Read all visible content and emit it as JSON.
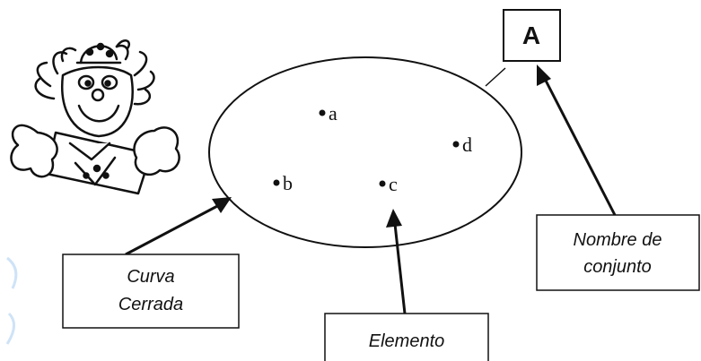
{
  "diagram": {
    "set_name": "A",
    "elements": [
      {
        "label": "a"
      },
      {
        "label": "b"
      },
      {
        "label": "c"
      },
      {
        "label": "d"
      }
    ],
    "callouts": {
      "curva_line1": "Curva",
      "curva_line2": "Cerrada",
      "elemento": "Elemento",
      "nombre_line1": "Nombre de",
      "nombre_line2": "conjunto"
    },
    "colors": {
      "ink": "#111111",
      "background": "#ffffff",
      "accent_blue": "#cfe3f7"
    },
    "decoration_icon": "cartoon-clown-icon"
  }
}
